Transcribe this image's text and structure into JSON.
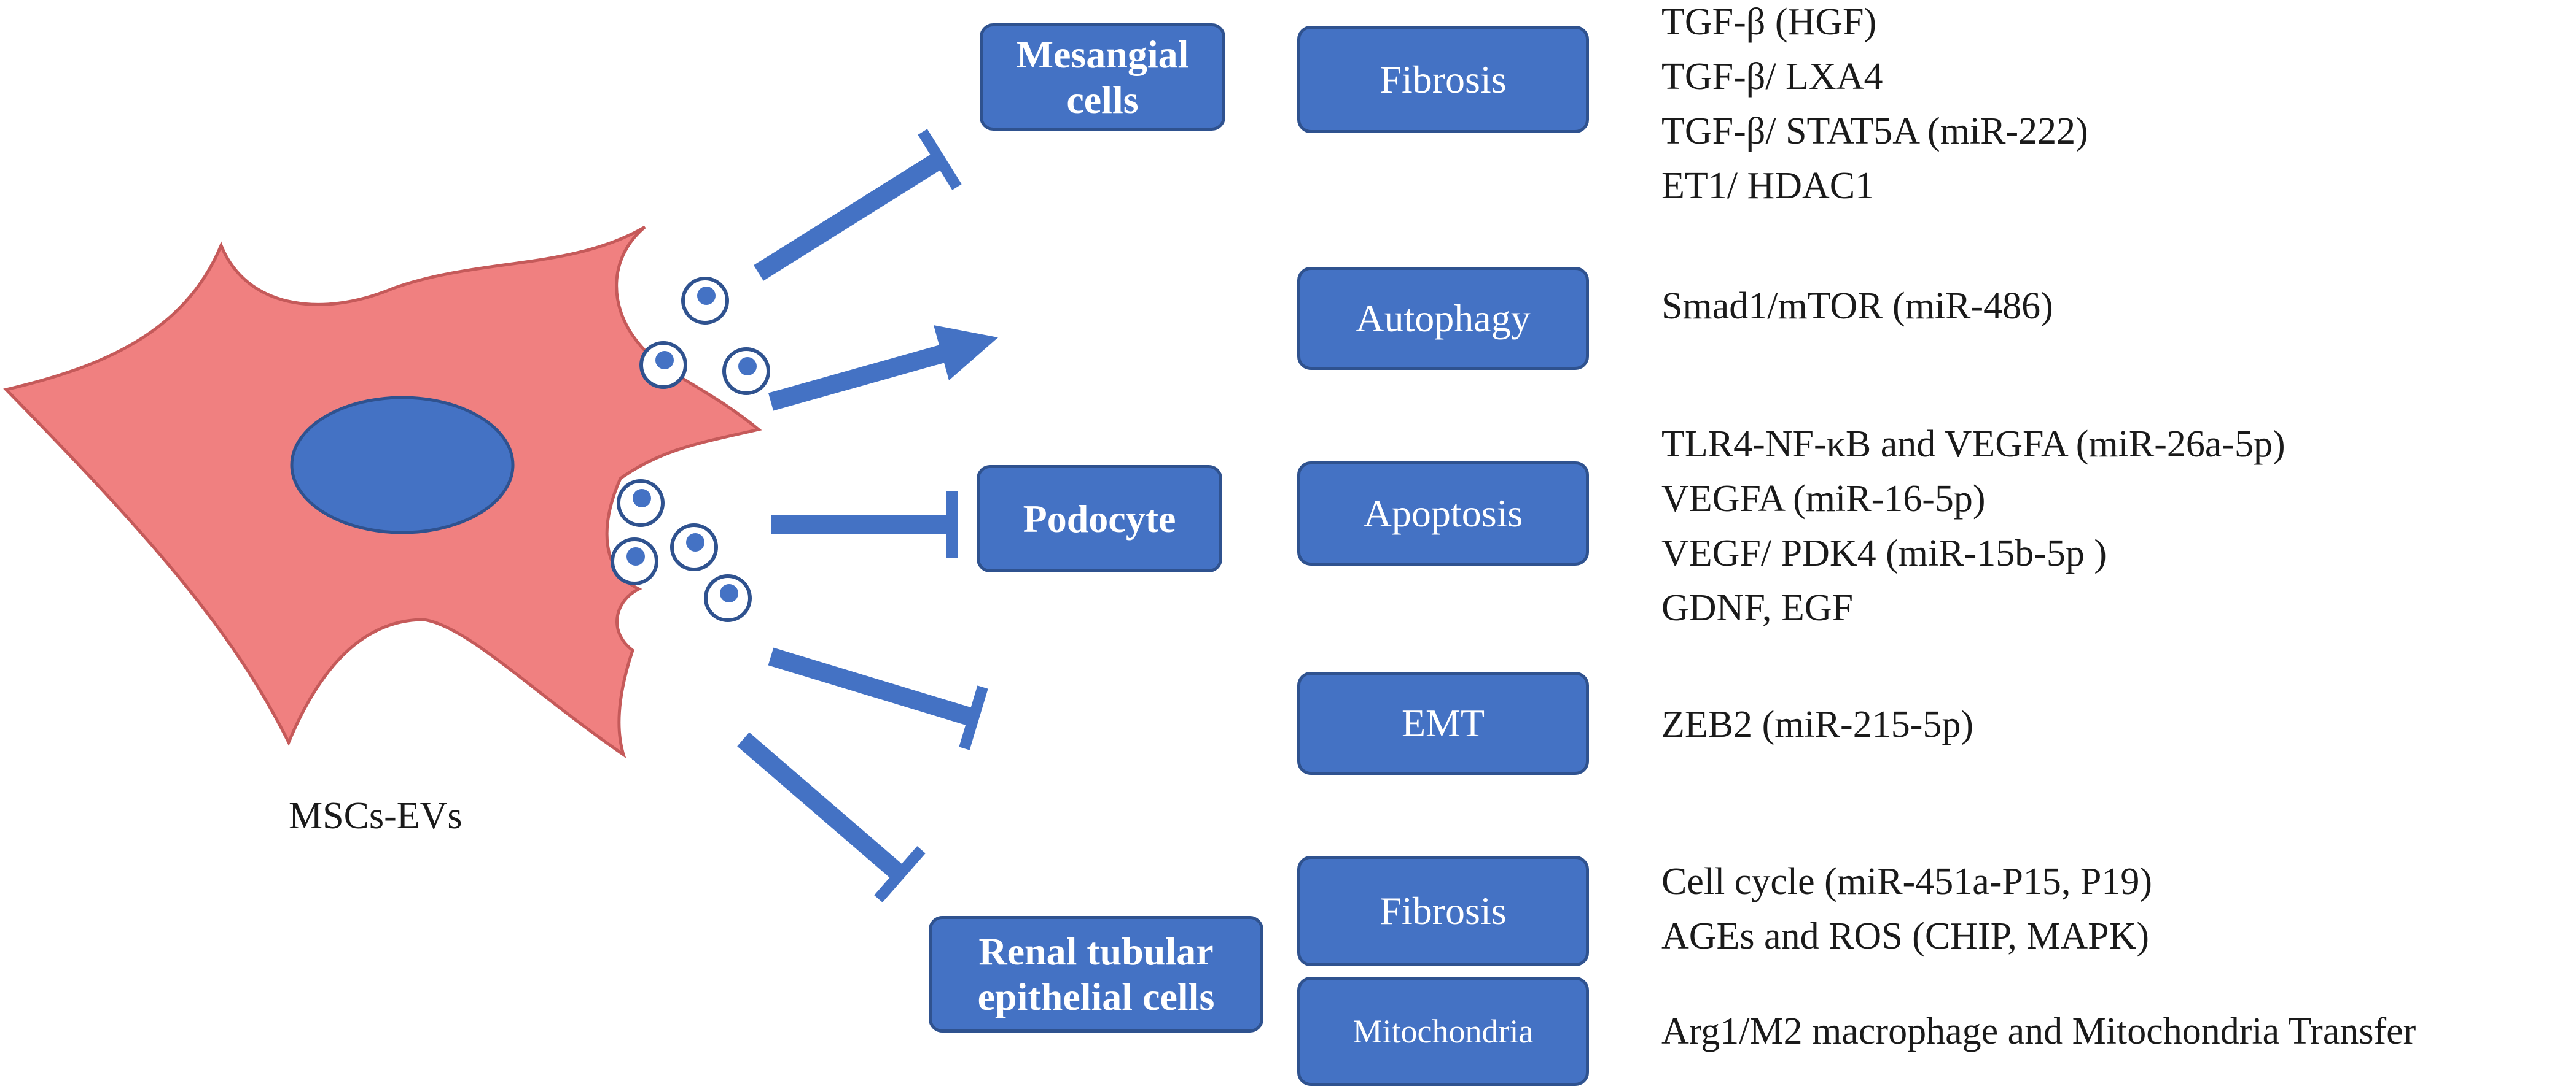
{
  "source_label": "MSCs-EVs",
  "targets": {
    "mesangial": "Mesangial\ncells",
    "podocyte": "Podocyte",
    "tubular": "Renal tubular\nepithelial cells"
  },
  "processes": {
    "fibrosis_top": "Fibrosis",
    "autophagy": "Autophagy",
    "apoptosis": "Apoptosis",
    "emt": "EMT",
    "fibrosis_bottom": "Fibrosis",
    "mitochondria": "Mitochondria"
  },
  "mechanisms": {
    "fibrosis_top": [
      "TGF-β (HGF)",
      "TGF-β/ LXA4",
      "TGF-β/ STAT5A (miR-222)",
      "ET1/ HDAC1"
    ],
    "autophagy": [
      "Smad1/mTOR (miR-486)"
    ],
    "apoptosis": [
      "TLR4-NF-κB and VEGFA (miR-26a-5p)",
      "VEGFA (miR-16-5p)",
      "VEGF/ PDK4 (miR-15b-5p )",
      "GDNF, EGF"
    ],
    "emt": [
      "ZEB2 (miR-215-5p)"
    ],
    "fibrosis_bottom": [
      "Cell cycle (miR-451a-P15, P19)",
      "AGEs and ROS (CHIP, MAPK)"
    ],
    "mitochondria": [
      "Arg1/M2 macrophage and Mitochondria Transfer"
    ]
  },
  "colors": {
    "box_fill": "#4472C4",
    "box_border": "#2F528F",
    "cell_fill": "#F08080",
    "cell_border": "#C55A5A",
    "nucleus": "#4472C4",
    "arrow": "#4472C4"
  }
}
